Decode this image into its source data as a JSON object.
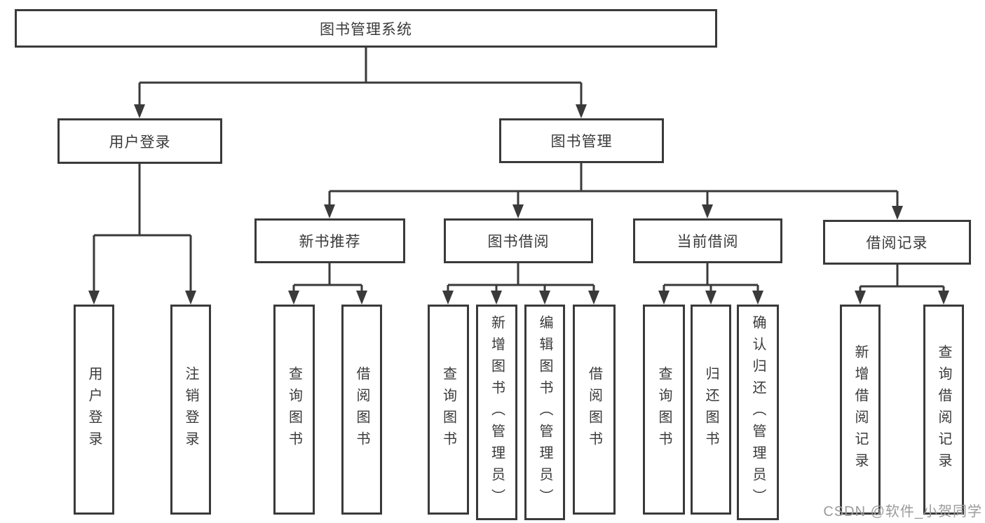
{
  "diagram": {
    "type": "hierarchy-tree",
    "title": "图书管理系统"
  },
  "nodes": {
    "root": "图书管理系统",
    "user_login": "用户登录",
    "book_mgmt": "图书管理",
    "new_book_rec": "新书推荐",
    "book_borrow": "图书借阅",
    "current_borrow": "当前借阅",
    "borrow_records": "借阅记录",
    "leaf_user_login": "用户登录",
    "leaf_logout": "注销登录",
    "leaf_nb_query": "查询图书",
    "leaf_nb_borrow": "借阅图书",
    "leaf_bb_query": "查询图书",
    "leaf_bb_add": "新增图书（管理员）",
    "leaf_bb_edit": "编辑图书（管理员）",
    "leaf_bb_borrow": "借阅图书",
    "leaf_cb_query": "查询图书",
    "leaf_cb_return": "归还图书",
    "leaf_cb_confirm": "确认归还（管理员）",
    "leaf_br_add": "新增借阅记录",
    "leaf_br_query": "查询借阅记录"
  },
  "hierarchy": {
    "图书管理系统": {
      "用户登录": [
        "用户登录",
        "注销登录"
      ],
      "图书管理": {
        "新书推荐": [
          "查询图书",
          "借阅图书"
        ],
        "图书借阅": [
          "查询图书",
          "新增图书（管理员）",
          "编辑图书（管理员）",
          "借阅图书"
        ],
        "当前借阅": [
          "查询图书",
          "归还图书",
          "确认归还（管理员）"
        ],
        "借阅记录": [
          "新增借阅记录",
          "查询借阅记录"
        ]
      }
    }
  },
  "watermark": "CSDN @软件_小贺同学",
  "colors": {
    "line": "#3a3a3a",
    "text": "#3a3a3a",
    "box_background": "#ffffff",
    "page_background": "#ffffff",
    "watermark": "#9b9b9b"
  }
}
